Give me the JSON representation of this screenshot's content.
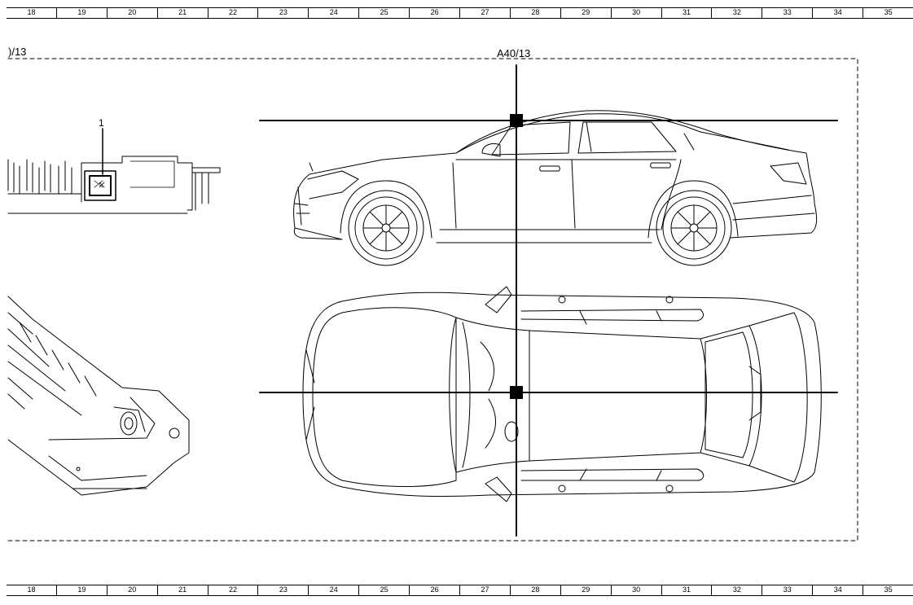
{
  "ruler": [
    "18",
    "19",
    "20",
    "21",
    "22",
    "23",
    "24",
    "25",
    "26",
    "27",
    "28",
    "29",
    "30",
    "31",
    "32",
    "33",
    "34",
    "35"
  ],
  "labels": {
    "left_partial": ")/13",
    "main_component": "A40/13",
    "callout_1": "1"
  }
}
